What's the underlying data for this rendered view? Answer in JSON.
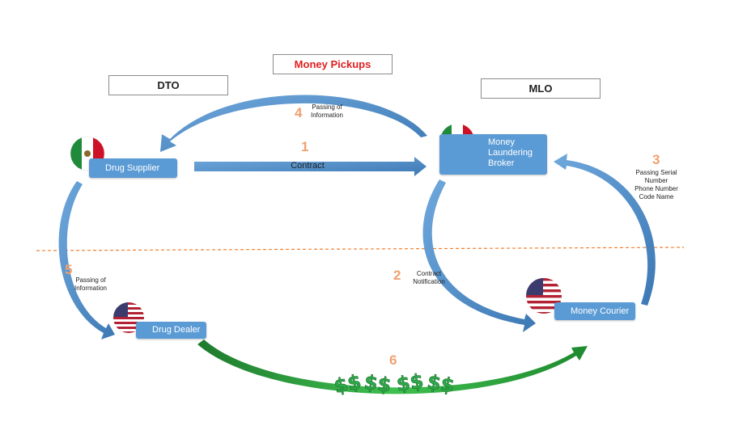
{
  "headers": {
    "money_pickups": "Money Pickups",
    "dto": "DTO",
    "mlo": "MLO"
  },
  "nodes": {
    "drug_supplier": "Drug Supplier",
    "money_laundering_broker": [
      "Money",
      "Laundering",
      "Broker"
    ],
    "drug_dealer": "Drug Dealer",
    "money_courier": "Money Courier"
  },
  "steps": [
    {
      "number": "1",
      "label": "Contract"
    },
    {
      "number": "2",
      "label": "Contract\nNotification"
    },
    {
      "number": "3",
      "label": "Passing Serial\nNumber\nPhone Number\nCode Name"
    },
    {
      "number": "4",
      "label": "Passing of\nInformation"
    },
    {
      "number": "5",
      "label": "Passing of\nInformation"
    },
    {
      "number": "6",
      "label": ""
    }
  ],
  "colors": {
    "node_fill": "#5b9bd5",
    "arrow_blue": "#5b9bd5",
    "arrow_green": "#2e9e3e",
    "step_number": "#f0a070",
    "money_pickups_text": "#e02020",
    "divider": "#f08030"
  },
  "icons": {
    "mexico_flag": "mexico-flag-icon",
    "usa_flag": "usa-flag-icon",
    "dollar_bills": "dollar-bill-icon"
  }
}
